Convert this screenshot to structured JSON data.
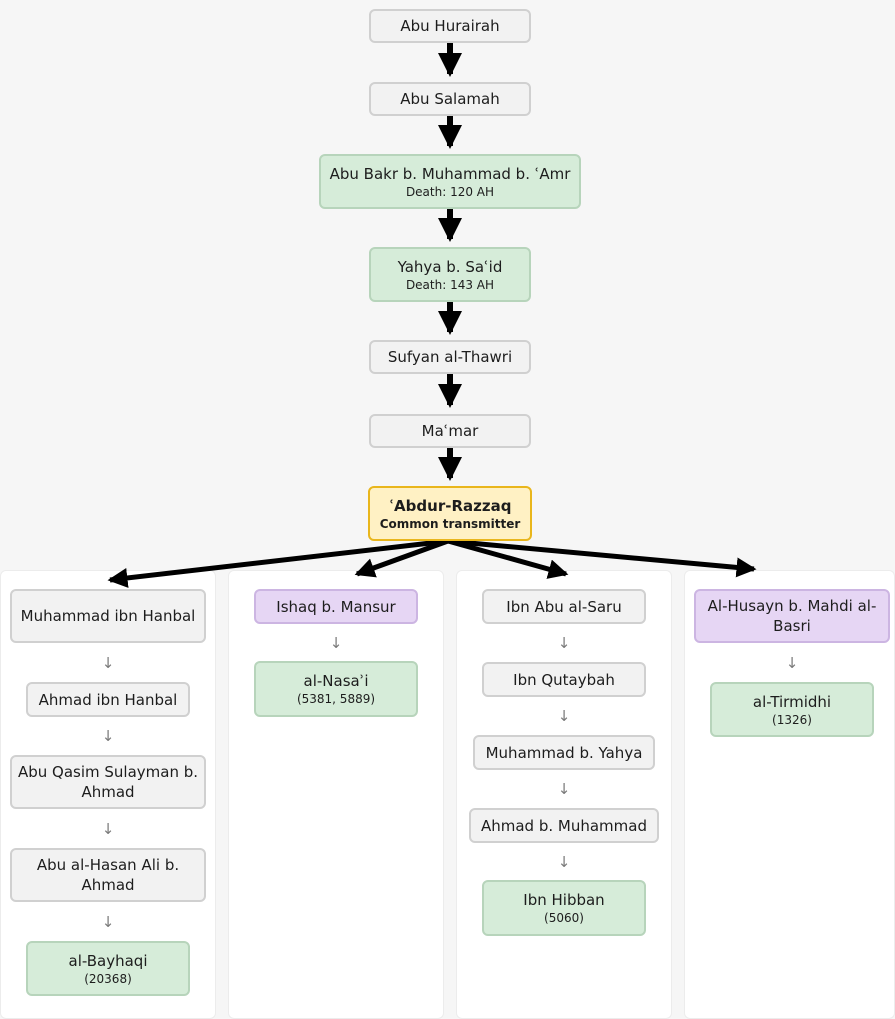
{
  "chain": [
    {
      "name": "Abu Hurairah"
    },
    {
      "name": "Abu Salamah"
    },
    {
      "name": "Abu Bakr b. Muhammad b. ʿAmr",
      "detail": "Death: 120 AH"
    },
    {
      "name": "Yahya b. Saʿid",
      "detail": "Death: 143 AH"
    },
    {
      "name": "Sufyan al-Thawri"
    },
    {
      "name": "Maʿmar"
    }
  ],
  "common_transmitter": {
    "name": "ʿAbdur-Razzaq",
    "label": "Common transmitter"
  },
  "branches": [
    {
      "nodes": [
        {
          "name": "Muhammad ibn Hanbal"
        },
        {
          "name": "Ahmad ibn Hanbal"
        },
        {
          "name": "Abu Qasim Sulayman b. Ahmad"
        },
        {
          "name": "Abu al-Hasan Ali b. Ahmad"
        },
        {
          "name": "al-Bayhaqi",
          "detail": "(20368)"
        }
      ]
    },
    {
      "nodes": [
        {
          "name": "Ishaq b. Mansur"
        },
        {
          "name": "al-Nasaʾi",
          "detail": "(5381, 5889)"
        }
      ]
    },
    {
      "nodes": [
        {
          "name": "Ibn Abu al-Saru"
        },
        {
          "name": "Ibn Qutaybah"
        },
        {
          "name": "Muhammad b. Yahya"
        },
        {
          "name": "Ahmad b. Muhammad"
        },
        {
          "name": "Ibn Hibban",
          "detail": "(5060)"
        }
      ]
    },
    {
      "nodes": [
        {
          "name": "Al-Husayn b. Mahdi al-Basri"
        },
        {
          "name": "al-Tirmidhi",
          "detail": "(1326)"
        }
      ]
    }
  ],
  "arrow_glyph": "↓",
  "colors": {
    "narrator": "#f2f2f2",
    "collector": "#d6ecd9",
    "purple": "#e6d6f4",
    "common": "#fff1c4",
    "common_border": "#e9b61c",
    "arrow": "#000000"
  }
}
